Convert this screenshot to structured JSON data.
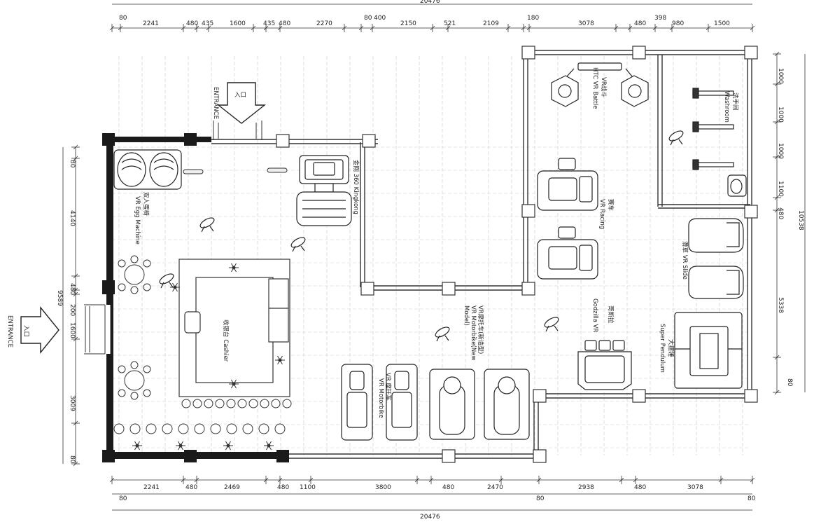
{
  "dimensions": {
    "top_row": [
      "80",
      "2241",
      "480",
      "435",
      "1600",
      "435",
      "480",
      "2270",
      "80",
      "400",
      "2150",
      "521",
      "2109",
      "180",
      "3078",
      "480",
      "398",
      "980",
      "1500"
    ],
    "top_total": "20476",
    "bottom_row": [
      "2241",
      "480",
      "2469",
      "480",
      "1100",
      "3800",
      "480",
      "2470",
      "2938",
      "480",
      "3078"
    ],
    "bottom_small": [
      "80",
      "80",
      "80"
    ],
    "bottom_total": "20476",
    "left_col": [
      "80",
      "4140",
      "480",
      "200",
      "1600",
      "3009",
      "80"
    ],
    "left_total": "9589",
    "right_col": [
      "1000",
      "1000",
      "1000",
      "1100",
      "480",
      "5338",
      "80"
    ],
    "right_total": "10538"
  },
  "labels": {
    "entrance_top_en": "ENTRANCE",
    "entrance_top_cn": "入口",
    "entrance_left_en": "ENTRANCE",
    "entrance_left_cn": "入口",
    "egg_cn": "双人蛋椅",
    "egg_en": "VR Egg Machine",
    "kingkong": "金刚 360 Kingkong",
    "cashier": "收银台 Cashier",
    "battle_cn": "VR战斗",
    "battle_en": "HTC VR Battle",
    "racing_cn": "赛车",
    "racing_en": "VR Racing",
    "washroom_cn": "洗手间",
    "washroom_en": "Washroom",
    "slide_cn": "滑草 VR Slide",
    "moto_new_1": "VR摩托车(新造型)",
    "moto_new_2": "VR Motorbike(New",
    "moto_new_3": "Model)",
    "moto_cn": "VR 摩托车",
    "moto_en": "VR Motorbike",
    "godzilla_cn": "哥斯拉",
    "godzilla_en": "Godzilla VR",
    "pendulum_cn": "大摆锤",
    "pendulum_en": "Super Pendulum"
  }
}
